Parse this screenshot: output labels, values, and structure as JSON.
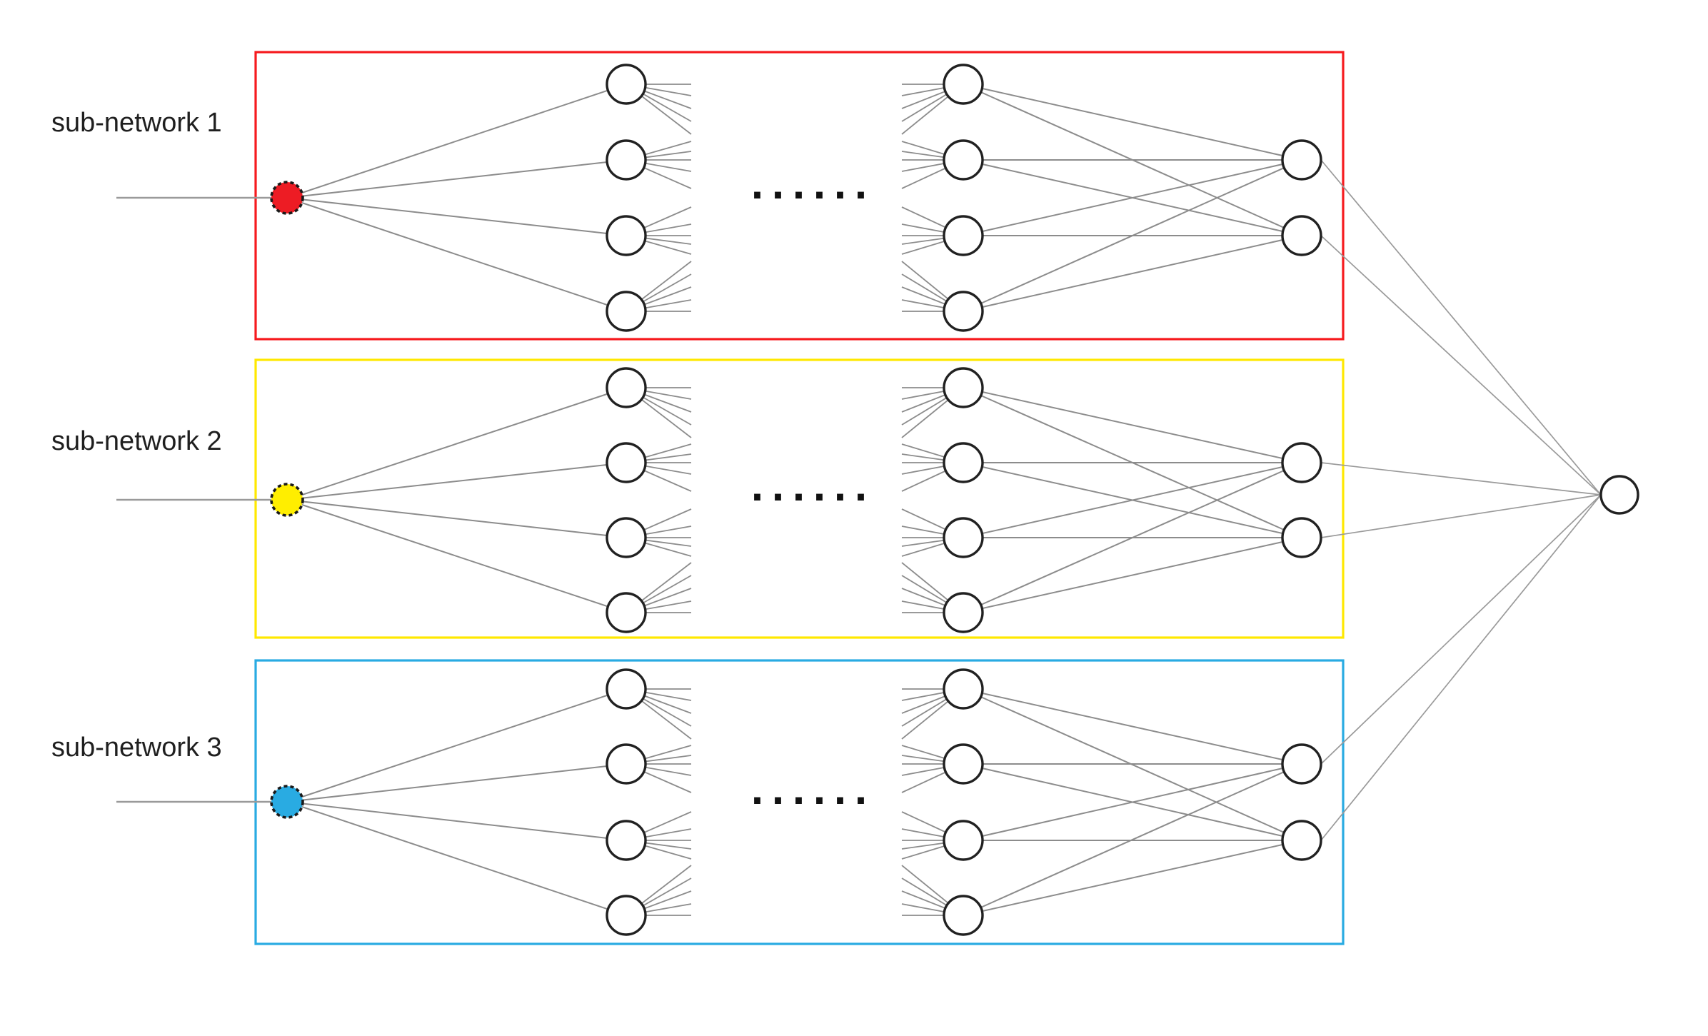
{
  "diagram": {
    "subnetworks": [
      {
        "label": "sub-network 1",
        "box_color": "#F61A1E",
        "input_node_color": "#ED1C24"
      },
      {
        "label": "sub-network 2",
        "box_color": "#FFE800",
        "input_node_color": "#FFEE00"
      },
      {
        "label": "sub-network 3",
        "box_color": "#29ABE2",
        "input_node_color": "#29ABE2"
      }
    ],
    "hidden_layers_ellipsis": "......",
    "colors": {
      "connection_line": "#8C8C8C",
      "outer_connection_line": "#9A9A9A",
      "node_stroke": "#212121",
      "node_fill": "#FFFFFF",
      "label_text": "#1F1F1F"
    }
  }
}
